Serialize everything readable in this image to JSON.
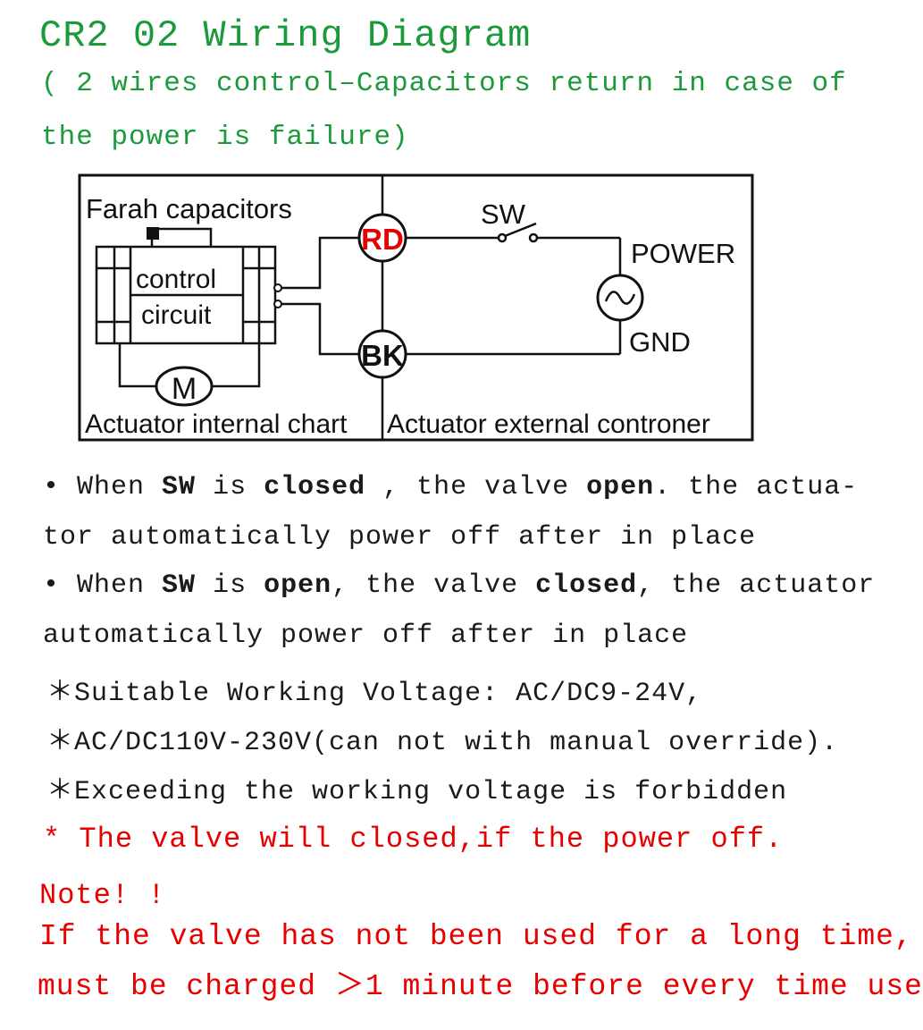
{
  "header": {
    "title": "CR2 02 Wiring Diagram",
    "subtitle_line1": "( 2 wires control–Capacitors return in case of",
    "subtitle_line2": "the power is failure)"
  },
  "diagram": {
    "label_capacitors": "Farah capacitors",
    "label_control": "control",
    "label_circuit": "circuit",
    "label_motor": "M",
    "label_rd": "RD",
    "label_bk": "BK",
    "label_sw": "SW",
    "label_power": "POWER",
    "label_gnd": "GND",
    "label_internal": "Actuator internal chart",
    "label_external": "Actuator external controner",
    "colors": {
      "rd": "#e60000",
      "line": "#111111"
    }
  },
  "instructions": {
    "b1_bullet": "•",
    "b1_a": "When ",
    "b1_sw": "SW",
    "b1_b": " is ",
    "b1_closed": "closed",
    "b1_c": " , the valve ",
    "b1_open": "open",
    "b1_d": ". the actua-",
    "b1_line2": "tor automatically power off after in place",
    "b2_bullet": "•",
    "b2_a": "When ",
    "b2_sw": "SW",
    "b2_b": " is ",
    "b2_open": "open",
    "b2_c": ", the valve ",
    "b2_closed": "closed",
    "b2_d": ", the actuator",
    "b2_line2": "automatically power off after in place",
    "spec1": "＊Suitable Working Voltage: AC/DC9-24V,",
    "spec2": "＊AC/DC110V-230V(can not with manual override).",
    "spec3": "＊Exceeding the working voltage is forbidden"
  },
  "warning": {
    "power_off": "* The valve will closed,if the power off.",
    "note_title": "Note! !",
    "note_line1": "If the valve has not been used for a long time,",
    "note_line2": "must be charged ＞1 minute before every time use"
  }
}
